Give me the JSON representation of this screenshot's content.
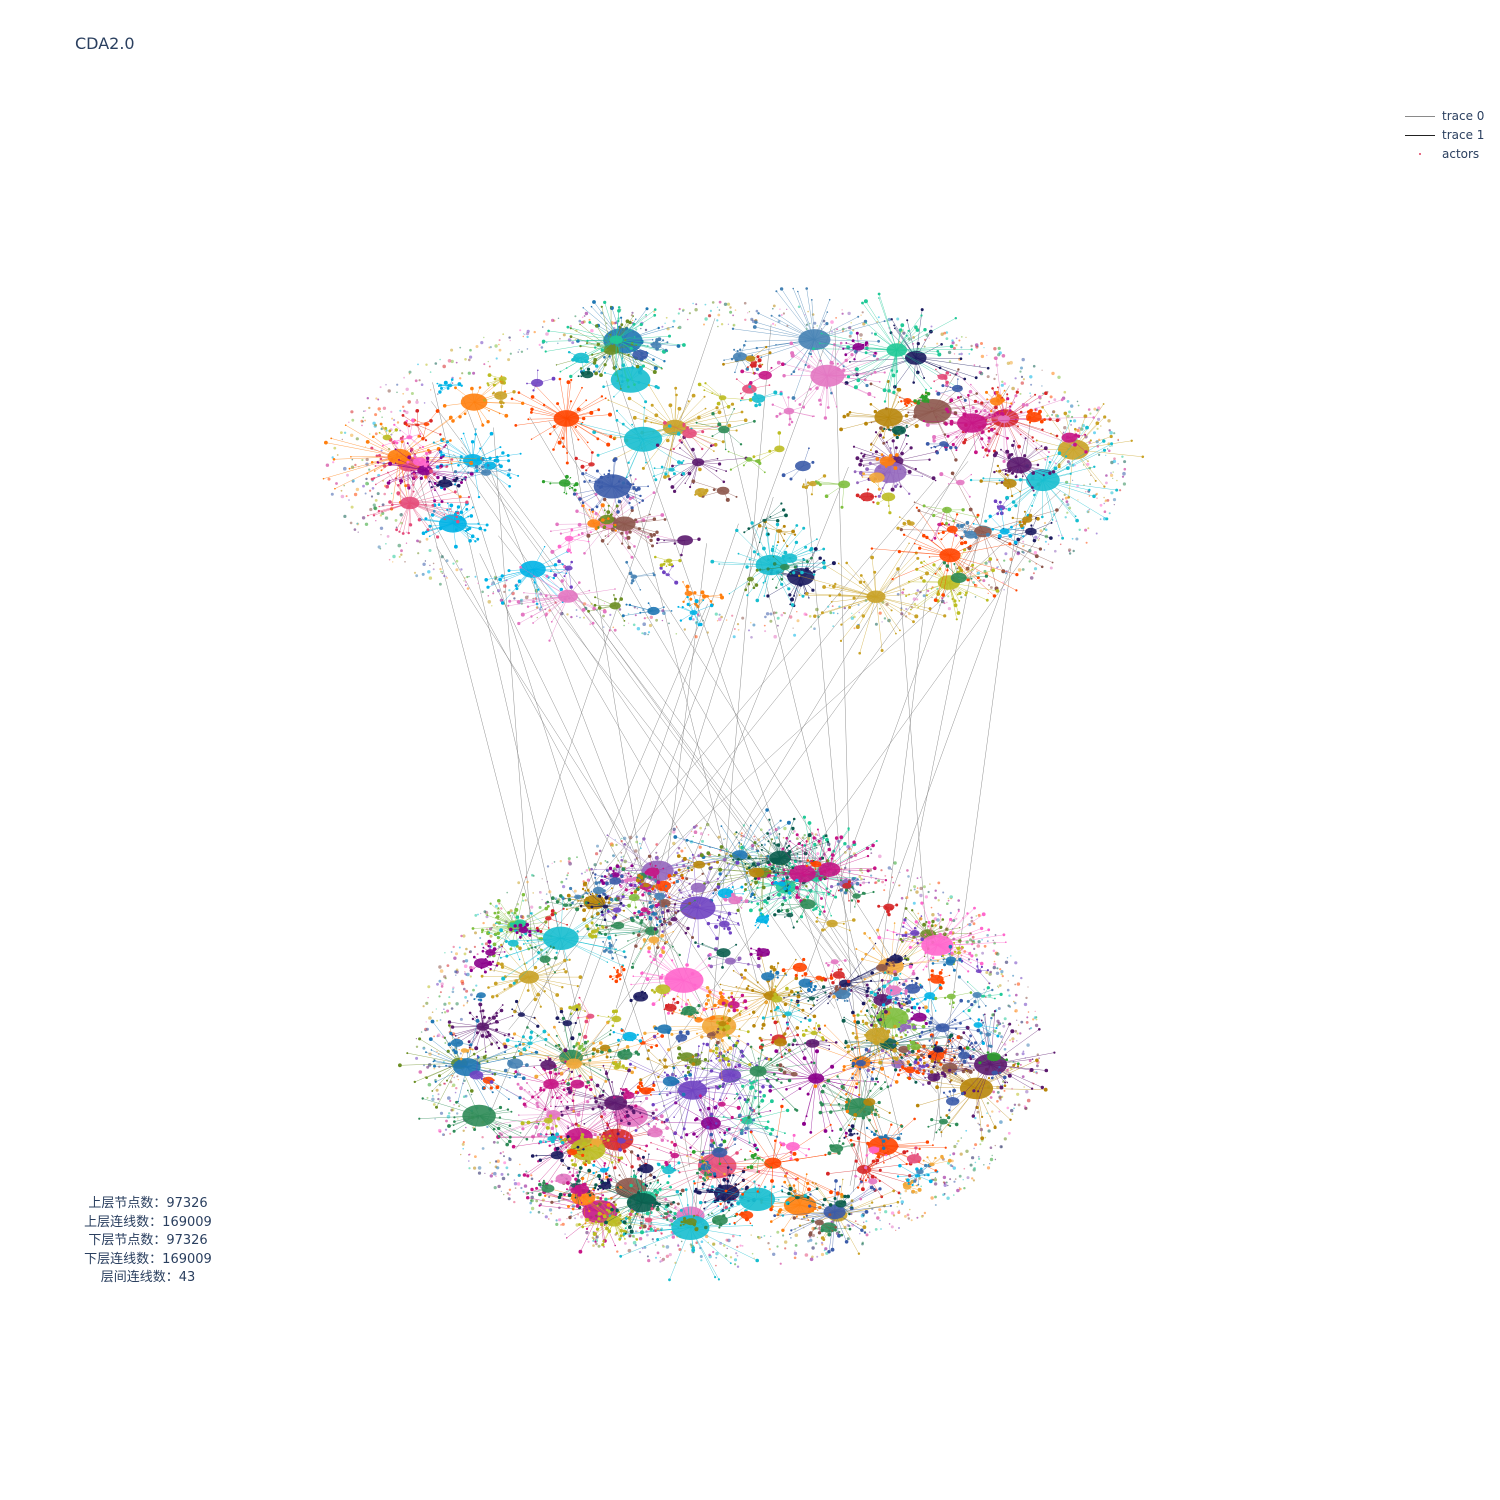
{
  "title": "CDA2.0",
  "legend": [
    {
      "label": "trace 0",
      "kind": "line",
      "color": "#8a8a8a"
    },
    {
      "label": "trace 1",
      "kind": "line",
      "color": "#222222"
    },
    {
      "label": "actors",
      "kind": "marker",
      "color": "#e04060"
    }
  ],
  "stats": [
    "上层节点数：97326",
    "上层连线数：169009",
    "下层节点数：97326",
    "下层连线数：169009",
    "层间连线数：43"
  ],
  "network": {
    "upper_layer": {
      "nodes": 97326,
      "edges": 169009
    },
    "lower_layer": {
      "nodes": 97326,
      "edges": 169009
    },
    "interlayer_edges": 43,
    "palette": [
      "#1f77b4",
      "#e377c2",
      "#2ca02c",
      "#d62728",
      "#9467bd",
      "#8c564b",
      "#17becf",
      "#bcbd22",
      "#ff7f0e",
      "#0b5d4e",
      "#5b1a6e",
      "#c9a227",
      "#3b5ba9",
      "#e44c7a",
      "#7fbf3f",
      "#1b1b5e",
      "#f2a93b",
      "#20c997",
      "#6f42c1",
      "#ff66cc",
      "#00b3e6",
      "#6b8e23",
      "#b8860b",
      "#4682b4",
      "#c71585",
      "#2e8b57",
      "#ff4500",
      "#8b008b"
    ]
  }
}
